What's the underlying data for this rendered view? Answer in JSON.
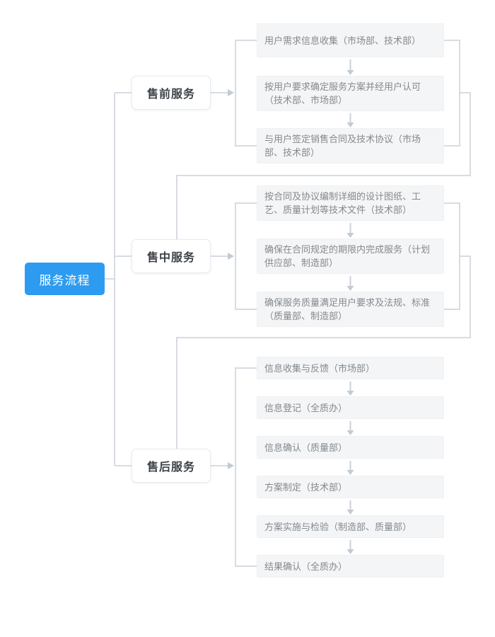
{
  "root": {
    "label": "服务流程"
  },
  "sections": [
    {
      "label": "售前服务",
      "steps": [
        "用户需求信息收集（市场部、技术部）",
        "按用户要求确定服务方案并经用户认可（技术部、市场部）",
        "与用户签定销售合同及技术协议（市场部、技术部）"
      ]
    },
    {
      "label": "售中服务",
      "steps": [
        "按合同及协议编制详细的设计图纸、工艺、质量计划等技术文件（技术部）",
        "确保在合同规定的期限内完成服务（计划供应部、制造部）",
        "确保服务质量满足用户要求及法规、标准（质量部、制造部）"
      ]
    },
    {
      "label": "售后服务",
      "steps": [
        "信息收集与反馈（市场部）",
        "信息登记（全质办）",
        "信息确认（质量部）",
        "方案制定（技术部）",
        "方案实施与检验（制造部、质量部）",
        "结果确认（全质办）"
      ]
    }
  ],
  "colors": {
    "accent_blue": "#2d9cf0",
    "connector_line": "#d7dce2",
    "arrowhead": "#c3cad1",
    "step_background": "#f4f5f6",
    "step_text": "#85898e",
    "section_text": "#3c4146"
  }
}
